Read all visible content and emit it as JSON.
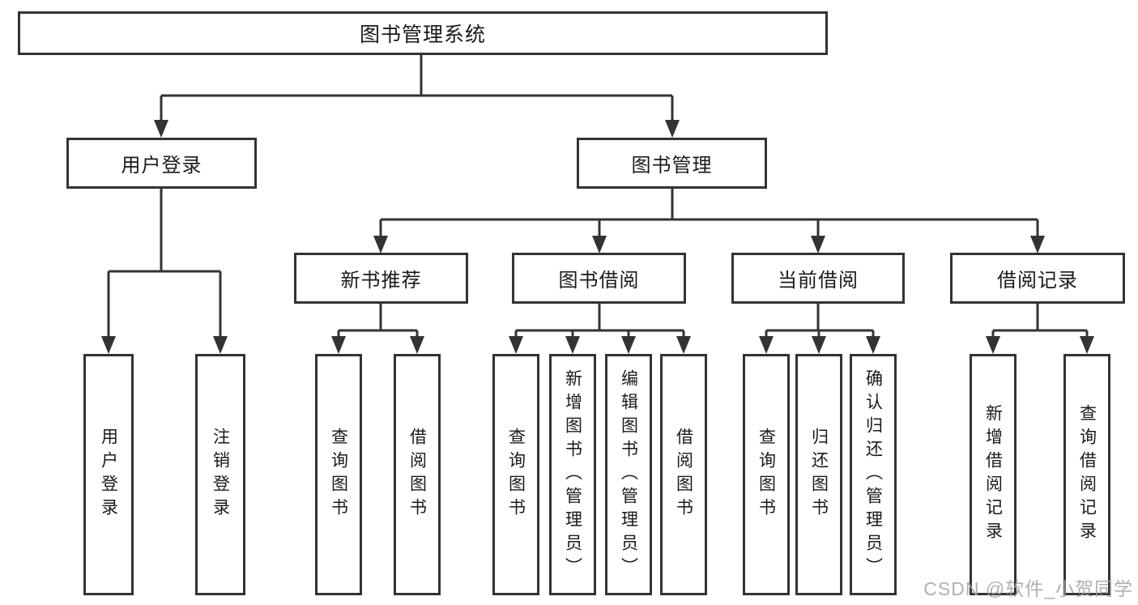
{
  "diagram": {
    "root": {
      "label": "图书管理系统"
    },
    "level2": [
      {
        "label": "用户登录"
      },
      {
        "label": "图书管理"
      }
    ],
    "level3": [
      {
        "label": "新书推荐"
      },
      {
        "label": "图书借阅"
      },
      {
        "label": "当前借阅"
      },
      {
        "label": "借阅记录"
      }
    ],
    "leaves": {
      "user": [
        "用户登录",
        "注销登录"
      ],
      "recommend": [
        "查询图书",
        "借阅图书"
      ],
      "borrow": [
        "查询图书",
        "新增图书（管理员）",
        "编辑图书（管理员）",
        "借阅图书"
      ],
      "current": [
        "查询图书",
        "归还图书",
        "确认归还（管理员）"
      ],
      "records": [
        "新增借阅记录",
        "查询借阅记录"
      ]
    }
  },
  "watermark": {
    "text": "CSDN @软件_小贺同学"
  },
  "colors": {
    "line": "#333333",
    "text": "#1a1a1a",
    "background": "#ffffff",
    "watermark": "#a4a4ac"
  }
}
